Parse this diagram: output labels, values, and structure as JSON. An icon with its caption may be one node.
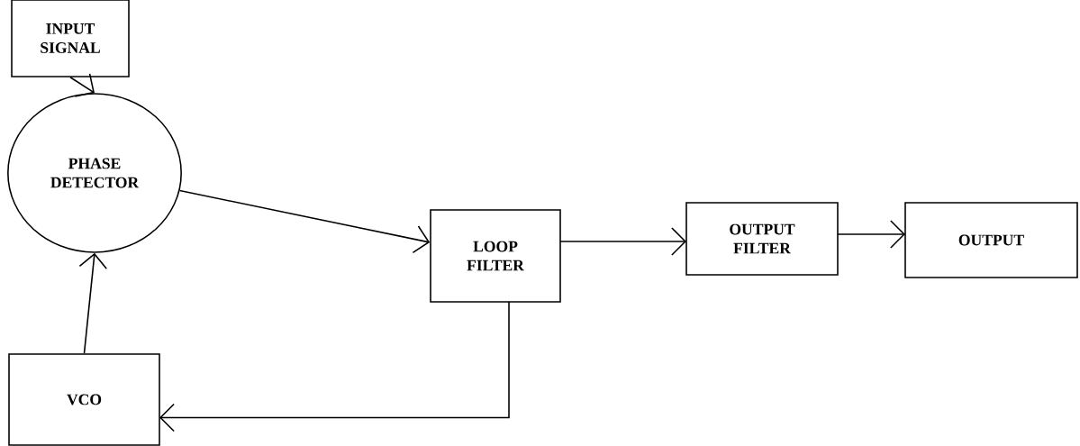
{
  "diagram": {
    "nodes": [
      {
        "text": [
          "INPUT SIGNAL"
        ]
      },
      {
        "text": [
          "PHASE DETECTOR"
        ]
      },
      {
        "text": [
          "LOOP FILTER"
        ]
      },
      {
        "text": [
          "OUTPUT FILTER"
        ]
      },
      {
        "text": [
          "OUTPUT"
        ]
      },
      {
        "text": [
          "VCO"
        ]
      }
    ],
    "edges": [
      {
        "from": 0,
        "to": 1,
        "arrow": "to"
      },
      {
        "from": 5,
        "to": 1,
        "arrow": "to"
      },
      {
        "from": 1,
        "to": 2,
        "arrow": "to"
      },
      {
        "from": 2,
        "to": 3,
        "arrow": "to"
      },
      {
        "from": 3,
        "to": 4,
        "arrow": "to"
      },
      {
        "from": 2,
        "to": 5,
        "arrow": "to"
      }
    ]
  }
}
